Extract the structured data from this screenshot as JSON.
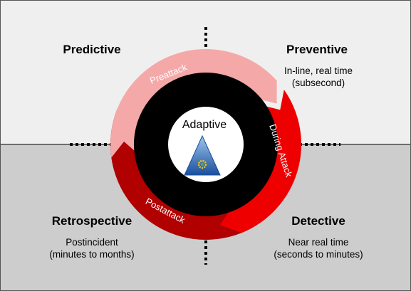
{
  "quadrants": {
    "predictive": {
      "title": "Predictive"
    },
    "preventive": {
      "title": "Preventive",
      "line1": "In-line, real time",
      "line2": "(subsecond)"
    },
    "retrospective": {
      "title": "Retrospective",
      "line1": "Postincident",
      "line2": "(minutes to months)"
    },
    "detective": {
      "title": "Detective",
      "line1": "Near real time",
      "line2": "(seconds to minutes)"
    }
  },
  "arcs": {
    "preattack": "Preattack",
    "during_attack": "During Attack",
    "postattack": "Postattack"
  },
  "center": {
    "label": "Adaptive"
  },
  "colors": {
    "top_band": "#efefef",
    "bottom_band": "#cdcdcd",
    "preattack": "#f4a8a8",
    "during_attack": "#ee0000",
    "postattack": "#b00000",
    "ring": "#000000",
    "triangle": "#1e5aa8"
  }
}
